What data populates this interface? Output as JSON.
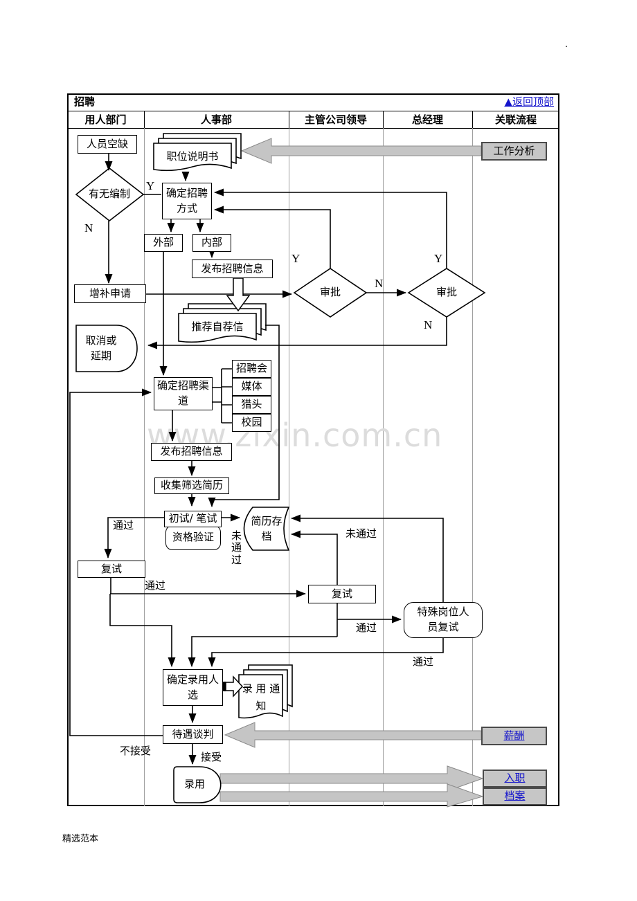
{
  "page": {
    "corner_dot": ".",
    "watermark": "www.zixin.com.cn",
    "footer": "精选范本"
  },
  "table": {
    "title": "招聘",
    "back_to_top": "▲返回顶部",
    "columns": [
      "用人部门",
      "人事部",
      "主管公司领导",
      "总经理",
      "关联流程"
    ]
  },
  "flow": {
    "staff_vacancy": "人员空缺",
    "has_headcount": "有无编制",
    "position_desc": "职位说明书",
    "determine_method": "确定招聘方式",
    "external": "外部",
    "internal": "内部",
    "publish_info_1": "发布招聘信息",
    "supplement_request": "增补申请",
    "approve_1": "审批",
    "approve_2": "审批",
    "recommendation_letters": "推荐自荐信",
    "cancel_or_delay": "取消或延期",
    "determine_channel": "确定招聘渠道",
    "channel_job_fair": "招聘会",
    "channel_media": "媒体",
    "channel_headhunter": "猎头",
    "channel_campus": "校园",
    "publish_info_2": "发布招聘信息",
    "collect_resumes": "收集筛选简历",
    "first_test": "初试/ 笔试",
    "qualification_check": "资格验证",
    "resume_archive": "简历存档",
    "retest_1": "复试",
    "retest_2": "复试",
    "special_retest": "特殊岗位人员复试",
    "confirm_candidates": "确定录用人选",
    "offer_notice": "录 用 通 知",
    "salary_negotiation": "待遇谈判",
    "hire": "录用"
  },
  "labels": {
    "y_headcount": "Y",
    "n_headcount": "N",
    "y_approve_1": "Y",
    "n_approve_1": "N",
    "y_approve_2": "Y",
    "n_approve_2": "N",
    "pass_1": "通过",
    "fail_1": "未通过",
    "pass_2": "通过",
    "fail_2": "未通过",
    "pass_3": "通过",
    "pass_4": "通过",
    "reject": "不接受",
    "accept": "接受"
  },
  "related": {
    "work_analysis": "工作分析",
    "salary": "薪酬",
    "onboarding": "入职",
    "archive": "档案"
  }
}
